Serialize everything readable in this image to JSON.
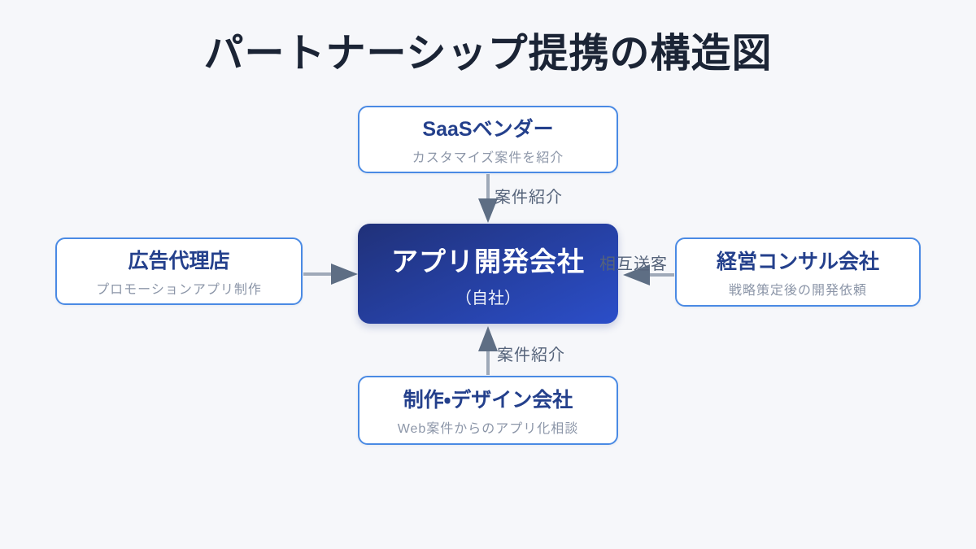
{
  "title": "パートナーシップ提携の構造図",
  "center_node": {
    "name": "アプリ開発会社",
    "sub": "（自社）"
  },
  "nodes": {
    "top": {
      "name": "SaaSベンダー",
      "desc": "カスタマイズ案件を紹介"
    },
    "left": {
      "name": "広告代理店",
      "desc": "プロモーションアプリ制作"
    },
    "right": {
      "name": "経営コンサル会社",
      "desc": "戦略策定後の開発依頼"
    },
    "bottom": {
      "name": "制作・デザイン会社",
      "desc": "Web案件からのアプリ化相談"
    }
  },
  "arrows": {
    "top_label": "案件紹介",
    "bottom_label": "案件紹介",
    "right_label": "相互送客"
  },
  "colors": {
    "bg": "#f6f7fa",
    "box_border": "#4a8ae4",
    "heading": "#24408c",
    "subtext": "#8c96a8",
    "center_grad_start": "#203179",
    "center_grad_end": "#2b4ec9",
    "arrow_line": "#9fa9b8",
    "arrow_head": "#5e6e84",
    "arrow_label": "#55637a",
    "title": "#1b2435"
  }
}
